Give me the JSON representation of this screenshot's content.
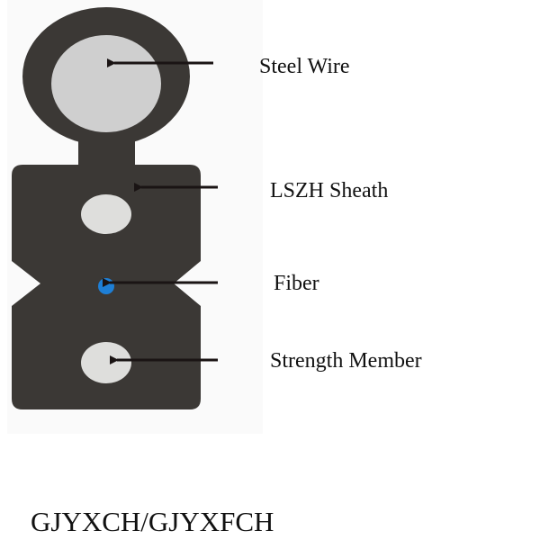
{
  "labels": {
    "steel_wire": "Steel Wire",
    "sheath": "LSZH Sheath",
    "fiber": "Fiber",
    "strength_member": "Strength Member"
  },
  "title": "GJYXCH/GJYXFCH",
  "colors": {
    "sheath": "#3b3835",
    "steel_wire": "#cfcfcf",
    "strength_member": "#dededc",
    "fiber": "#1e7fd6",
    "arrow": "#1a1414"
  }
}
